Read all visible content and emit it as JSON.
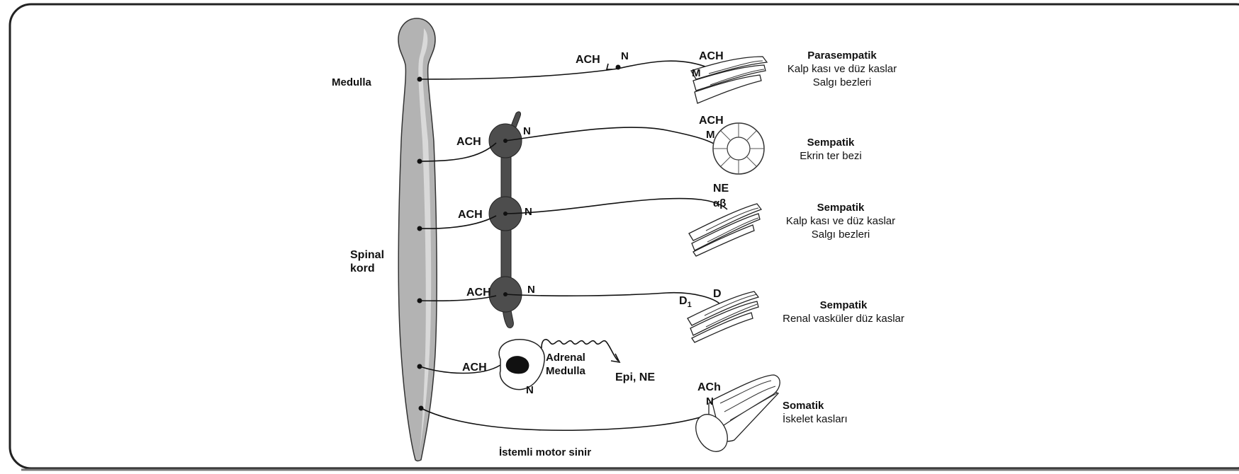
{
  "labels": {
    "medulla": "Medulla",
    "spinal_cord_line1": "Spinal",
    "spinal_cord_line2": "kord",
    "voluntary_motor_nerve": "İstemli motor sinir",
    "adrenal_line1": "Adrenal",
    "adrenal_line2": "Medulla",
    "epi_ne": "Epi, NE"
  },
  "pathways": [
    {
      "pre_label": "ACH",
      "ganglion_receptor": "N",
      "target_transmitter": "ACH",
      "target_receptor": "M",
      "title": "Parasempatik",
      "desc_lines": [
        "Kalp kası ve düz kaslar",
        "Salgı bezleri"
      ]
    },
    {
      "pre_label": "ACH",
      "ganglion_receptor": "N",
      "target_transmitter": "ACH",
      "target_receptor": "M",
      "title": "Sempatik",
      "desc_lines": [
        "Ekrin ter bezi"
      ]
    },
    {
      "pre_label": "ACH",
      "ganglion_receptor": "N",
      "target_transmitter": "NE",
      "target_receptor": "αβ",
      "title": "Sempatik",
      "desc_lines": [
        "Kalp kası ve düz kaslar",
        "Salgı bezleri"
      ]
    },
    {
      "pre_label": "ACH",
      "ganglion_receptor": "N",
      "target_transmitter": "D",
      "target_receptor": "D",
      "receptor_subscript": "1",
      "title": "Sempatik",
      "desc_lines": [
        "Renal vasküler düz kaslar"
      ]
    },
    {
      "pre_label": "ACH",
      "ganglion_receptor": "N"
    },
    {
      "target_transmitter": "ACh",
      "target_receptor": "N",
      "title": "Somatik",
      "desc_lines": [
        "İskelet kasları"
      ]
    }
  ],
  "colors": {
    "spinal_cord_fill": "#b3b3b3",
    "spinal_cord_highlight": "#d9d9d9",
    "ganglion_chain": "#4d4d4d",
    "adrenal_core": "#111111",
    "frame": "#222222"
  }
}
